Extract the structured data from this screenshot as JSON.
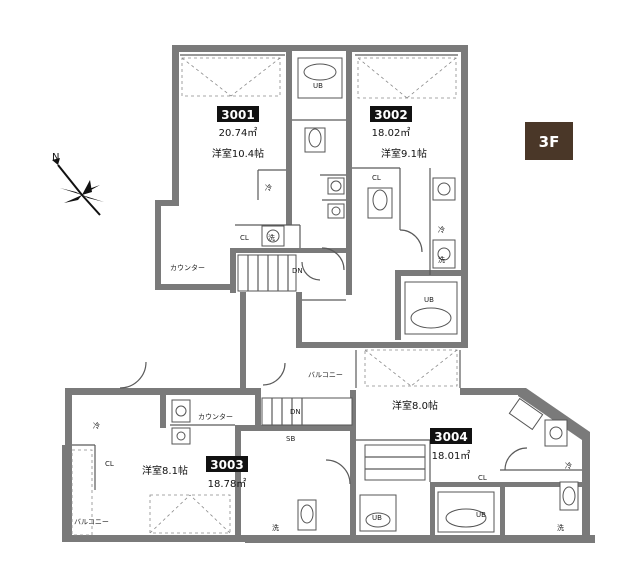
{
  "floor_label": "3F",
  "north_label": "N",
  "units": [
    {
      "id": "3001",
      "area": "20.74㎡",
      "room": "洋室10.4帖"
    },
    {
      "id": "3002",
      "area": "18.02㎡",
      "room": "洋室9.1帖"
    },
    {
      "id": "3003",
      "area": "18.78㎡",
      "room": "洋室8.1帖"
    },
    {
      "id": "3004",
      "area": "18.01㎡",
      "room": "洋室8.0帖"
    }
  ],
  "tags": {
    "counter": "カウンター",
    "balcony": "バルコニー",
    "down": "DN",
    "closet": "CL",
    "bath": "UB",
    "washer": "洗",
    "fridge": "冷",
    "shoe_box": "SB"
  }
}
